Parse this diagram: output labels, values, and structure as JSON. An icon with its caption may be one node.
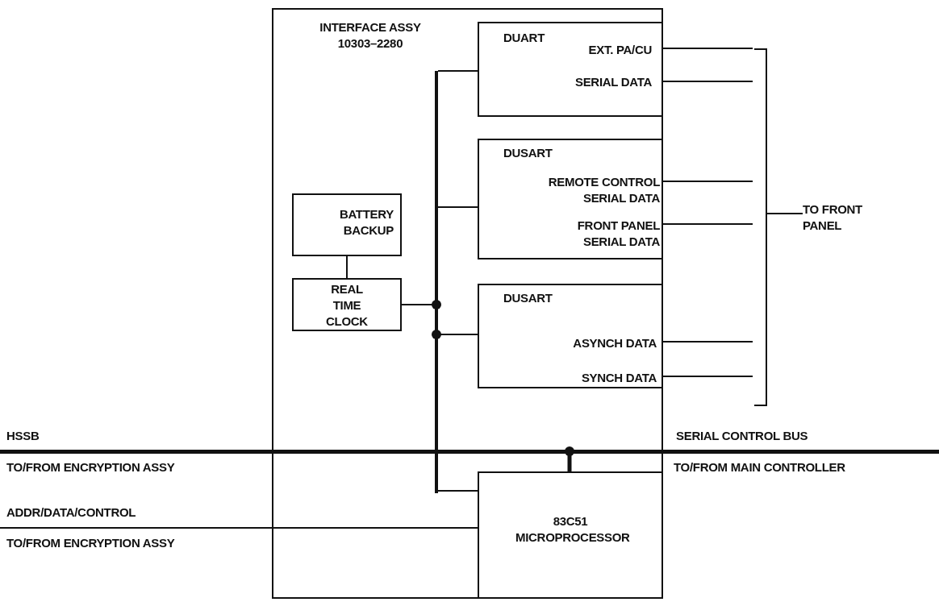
{
  "diagram": {
    "nodes": [
      {
        "text": [
          "INTERFACE ASSY 10303–2280"
        ]
      },
      {
        "text": [
          "DUART",
          "EXT. PA/CU",
          "SERIAL DATA"
        ],
        "in": 0
      },
      {
        "text": [
          "DUSART",
          "REMOTE CONTROL SERIAL DATA",
          "FRONT PANEL SERIAL DATA"
        ],
        "in": 0
      },
      {
        "text": [
          "DUSART",
          "ASYNCH DATA",
          "SYNCH DATA"
        ],
        "in": 0
      },
      {
        "text": [
          "BATTERY BACKUP"
        ],
        "in": 0
      },
      {
        "text": [
          "REAL TIME CLOCK"
        ],
        "in": 0
      },
      {
        "text": [
          "83C51 MICROPROCESSOR"
        ],
        "in": 0
      },
      {
        "text": [],
        "shape": "bar",
        "in": 0
      },
      {
        "text": [],
        "shape": "bar",
        "beside": [
          "HSSB",
          "SERIAL CONTROL BUS",
          "TO/FROM ENCRYPTION ASSY",
          "TO/FROM MAIN CONTROLLER"
        ]
      },
      {
        "text": [
          "TO FRONT PANEL"
        ]
      },
      {
        "text": [],
        "shape": "bracket"
      }
    ],
    "edges": [
      {
        "from": 7,
        "to": 1,
        "arrow": "none"
      },
      {
        "from": 7,
        "to": 2,
        "arrow": "none"
      },
      {
        "from": 5,
        "to": 7,
        "arrow": "none"
      },
      {
        "from": 7,
        "to": 3,
        "arrow": "none"
      },
      {
        "from": 7,
        "to": 6,
        "arrow": "none"
      },
      {
        "from": 4,
        "to": 5,
        "arrow": "none"
      },
      {
        "from": 8,
        "to": 6,
        "arrow": "none",
        "style": "thick"
      },
      {
        "from": null,
        "to": 6,
        "arrow": "none"
      },
      {
        "from": 1,
        "to": 10,
        "arrow": "none"
      },
      {
        "from": 1,
        "to": 10,
        "arrow": "none"
      },
      {
        "from": 2,
        "to": 10,
        "arrow": "none"
      },
      {
        "from": 2,
        "to": 10,
        "arrow": "none"
      },
      {
        "from": 3,
        "to": 10,
        "arrow": "none"
      },
      {
        "from": 3,
        "to": 10,
        "arrow": "none"
      },
      {
        "from": 10,
        "to": 9,
        "arrow": "none"
      }
    ],
    "labels": [
      "ADDR/DATA/CONTROL",
      "TO/FROM ENCRYPTION ASSY"
    ]
  }
}
